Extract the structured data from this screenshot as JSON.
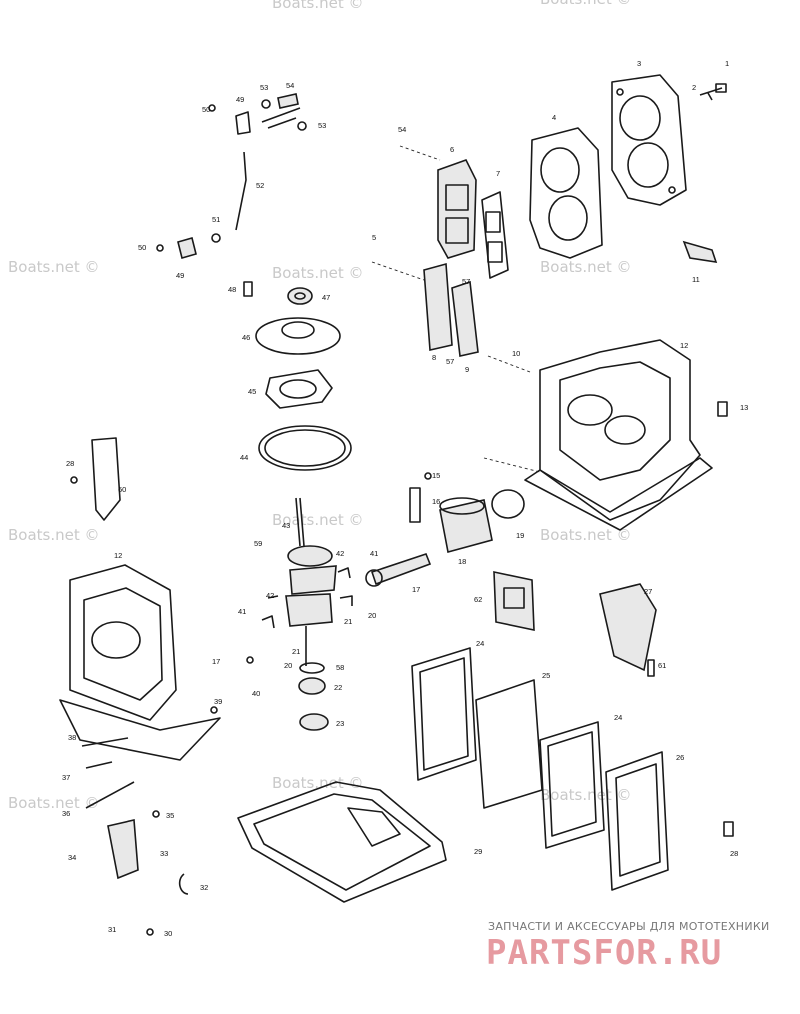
{
  "watermark": "Boats.net ©",
  "brand": {
    "subtitle": "ЗАПЧАСТИ И АКСЕССУАРЫ ДЛЯ МОТОТЕХНИКИ",
    "logo": "PARTSFOR.RU",
    "logo_color": "#e69aa0"
  },
  "callouts": [
    "1",
    "2",
    "3",
    "4",
    "5",
    "6",
    "7",
    "8",
    "9",
    "10",
    "11",
    "12",
    "12",
    "13",
    "15",
    "16",
    "17",
    "17",
    "18",
    "19",
    "20",
    "20",
    "21",
    "21",
    "22",
    "23",
    "24",
    "24",
    "25",
    "26",
    "27",
    "28",
    "28",
    "29",
    "30",
    "31",
    "32",
    "33",
    "34",
    "35",
    "36",
    "37",
    "38",
    "39",
    "40",
    "41",
    "41",
    "42",
    "42",
    "43",
    "44",
    "45",
    "46",
    "47",
    "48",
    "49",
    "49",
    "50",
    "50",
    "51",
    "52",
    "53",
    "53",
    "54",
    "54",
    "57",
    "57",
    "58",
    "59",
    "60",
    "61",
    "62"
  ]
}
